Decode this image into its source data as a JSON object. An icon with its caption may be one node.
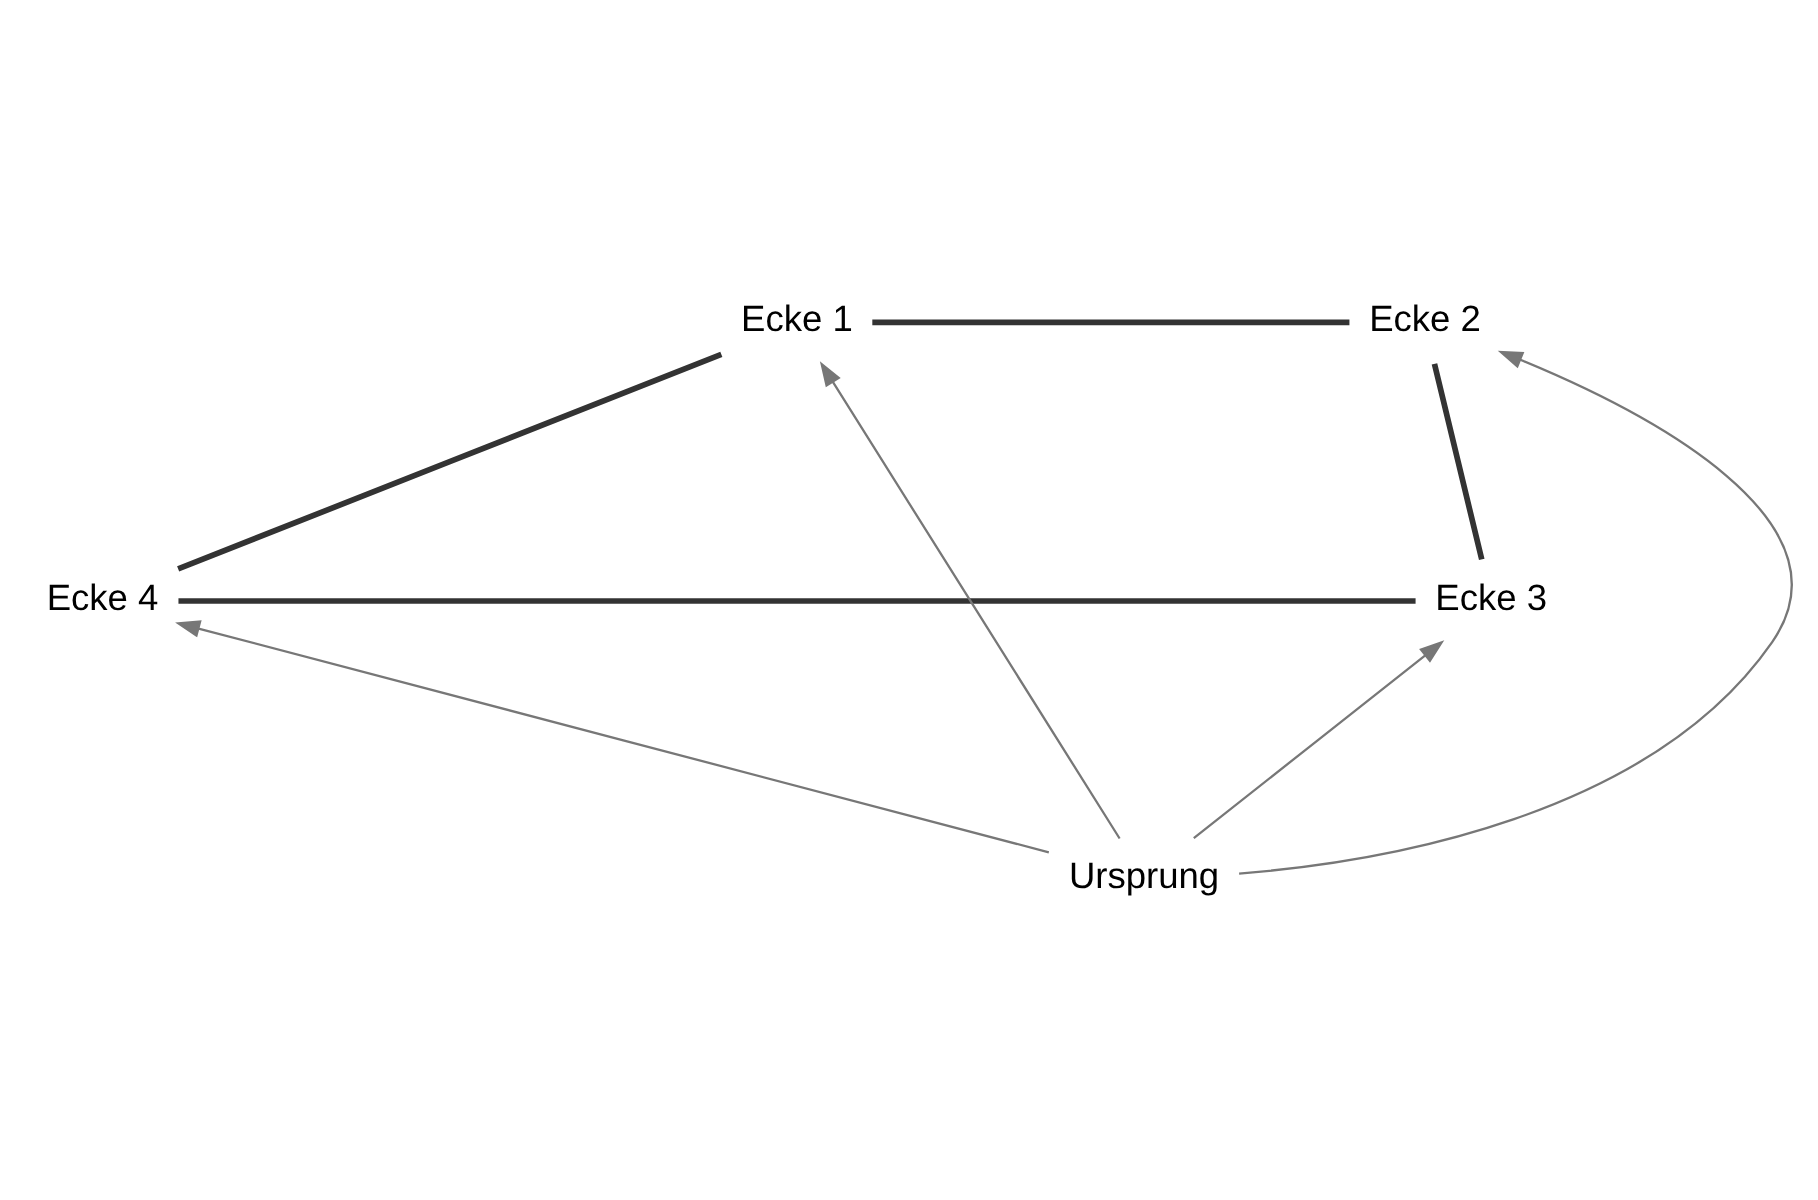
{
  "diagram": {
    "nodes": [
      {
        "text": [
          "Ecke 1"
        ]
      },
      {
        "text": [
          "Ecke 2"
        ]
      },
      {
        "text": [
          "Ecke 3"
        ]
      },
      {
        "text": [
          "Ecke 4"
        ]
      },
      {
        "text": [
          "Ursprung"
        ]
      }
    ],
    "edges": [
      {
        "from": 0,
        "to": 1,
        "arrow": "none",
        "style": "thick"
      },
      {
        "from": 1,
        "to": 2,
        "arrow": "none",
        "style": "thick"
      },
      {
        "from": 2,
        "to": 3,
        "arrow": "none",
        "style": "thick"
      },
      {
        "from": 3,
        "to": 0,
        "arrow": "none",
        "style": "thick"
      },
      {
        "from": 4,
        "to": 0,
        "arrow": "to"
      },
      {
        "from": 4,
        "to": 1,
        "arrow": "to"
      },
      {
        "from": 4,
        "to": 2,
        "arrow": "to"
      },
      {
        "from": 4,
        "to": 3,
        "arrow": "to"
      }
    ]
  }
}
